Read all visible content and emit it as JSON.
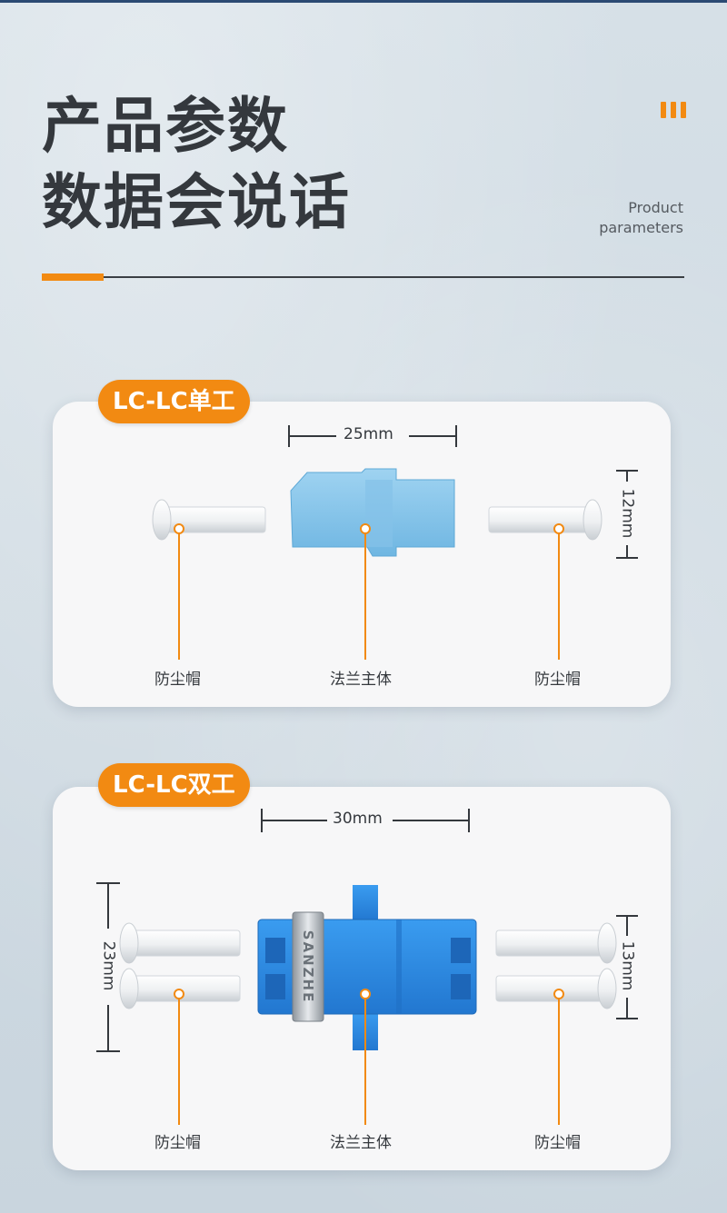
{
  "header": {
    "title_line1": "产品参数",
    "title_line2": "数据会说话",
    "subtitle_en_line1": "Product",
    "subtitle_en_line2": "parameters"
  },
  "colors": {
    "accent": "#f28a12",
    "adapter_light_blue": "#8ec8ea",
    "adapter_blue": "#2f8ee6",
    "text_dark": "#34383d",
    "card_bg": "#f7f7f8"
  },
  "simplex": {
    "badge": "LC-LC单工",
    "width_dim": "25mm",
    "height_dim": "12mm",
    "labels": [
      "防尘帽",
      "法兰主体",
      "防尘帽"
    ]
  },
  "duplex": {
    "badge": "LC-LC双工",
    "width_dim": "30mm",
    "left_height_dim": "23mm",
    "right_height_dim": "13mm",
    "brand_text": "SANZHE",
    "labels": [
      "防尘帽",
      "法兰主体",
      "防尘帽"
    ]
  }
}
